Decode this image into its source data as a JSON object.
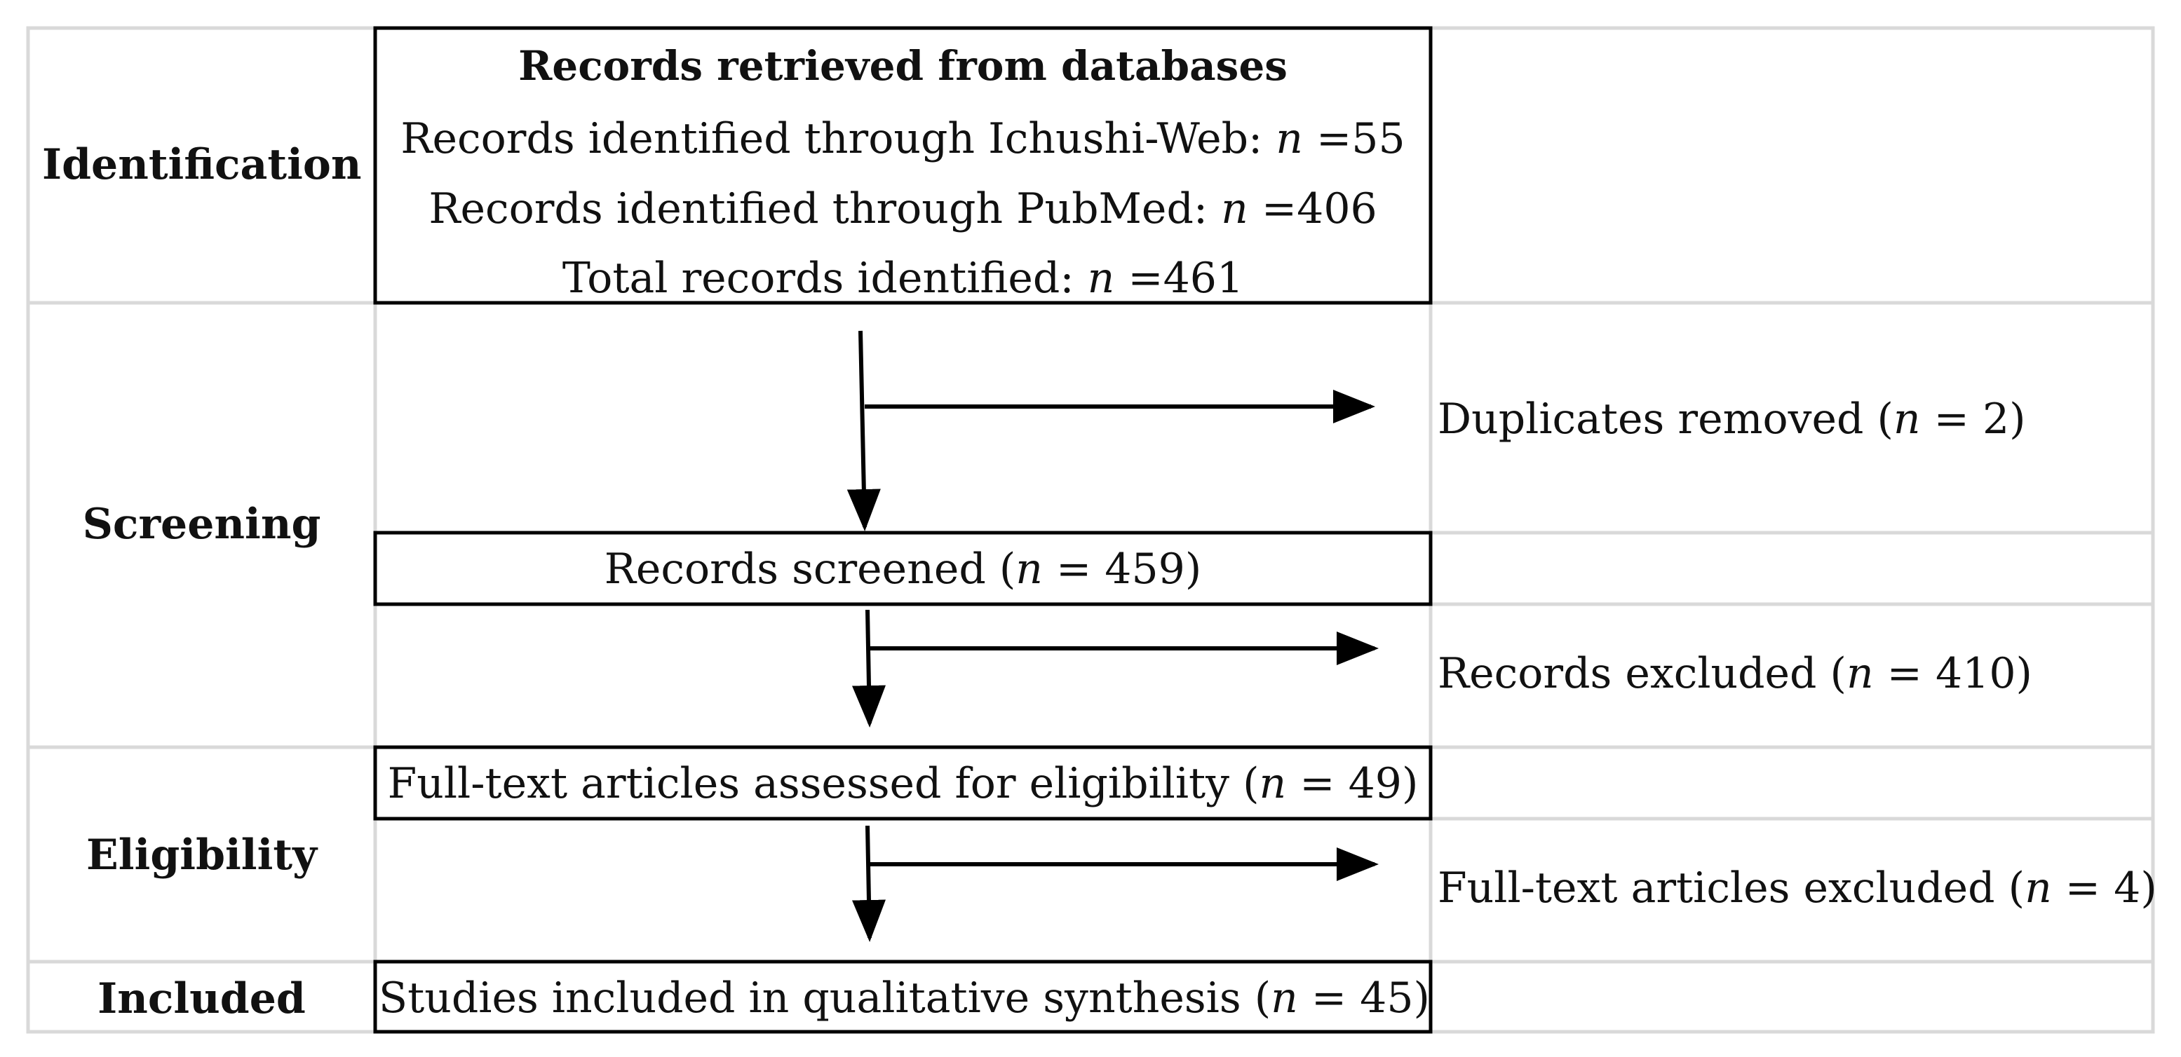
{
  "stages": {
    "identification": "Identification",
    "screening": "Screening",
    "eligibility": "Eligibility",
    "included": "Included"
  },
  "identification_box": {
    "title": "Records retrieved from databases",
    "line1": "Records identified through Ichushi-Web: n =55",
    "line2": "Records identified through PubMed: n =406",
    "line3": "Total records identified: n =461"
  },
  "screened_box": "Records screened (n = 459)",
  "eligibility_box": "Full-text articles assessed for eligibility (n = 49)",
  "included_box": "Studies included in qualitative synthesis (n = 45)",
  "exclusions": {
    "duplicates": "Duplicates removed (n = 2)",
    "records_excluded": "Records excluded (n = 410)",
    "fulltext_excluded": "Full-text articles excluded (n = 4)"
  }
}
